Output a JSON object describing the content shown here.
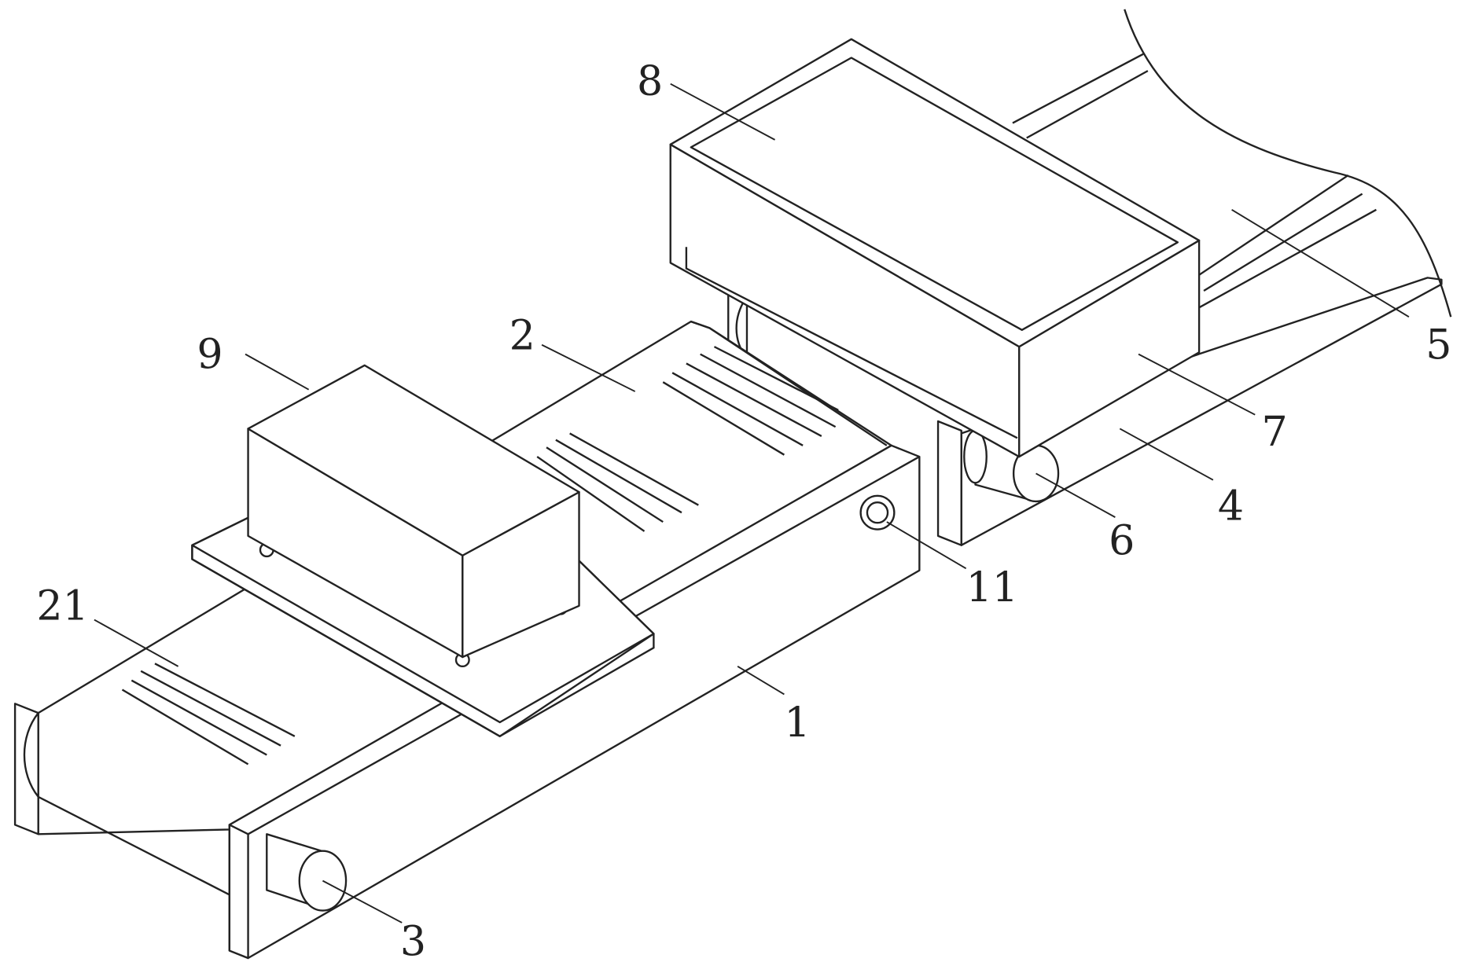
{
  "labels": {
    "conveyor_main": "1",
    "belt_main": "2",
    "shaft": "3",
    "conveyor_secondary": "4",
    "belt_secondary": "5",
    "roller": "6",
    "hopper": "7",
    "hopper_opening": "8",
    "device_box": "9",
    "sensor": "11",
    "belt_ridges": "21"
  },
  "colors": {
    "line": "#222222",
    "background": "#ffffff"
  }
}
